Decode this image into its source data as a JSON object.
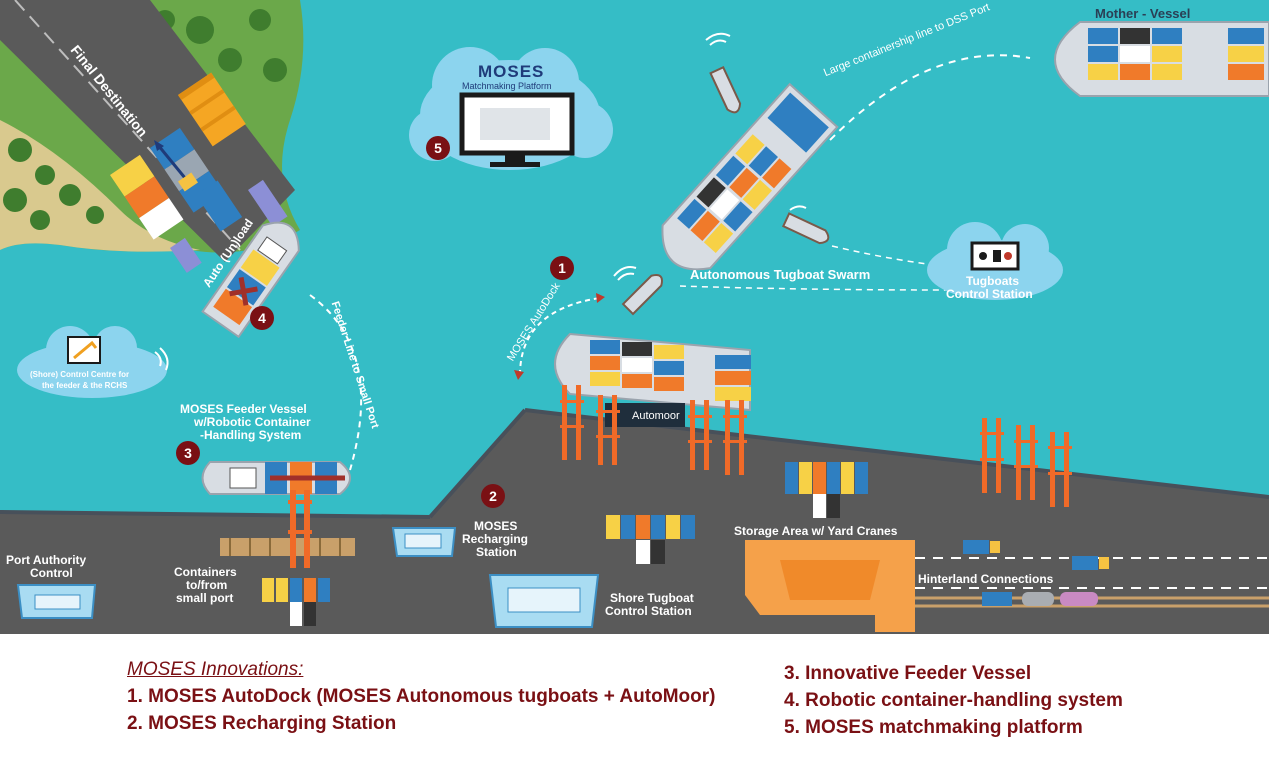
{
  "colors": {
    "sea": "#35bdc6",
    "land": "#5a5a5a",
    "accent_red": "#7a1014",
    "crane": "#f06a28",
    "cloud": "#8cd4ee"
  },
  "labels": {
    "final_destination": "Final Destination",
    "auto_unload": "Auto (Un)load",
    "feeder_line": "Feeder Line to Small Port",
    "moses_logo": "MOSES",
    "matchmaking_platform": "Matchmaking Platform",
    "large_containership_line": "Large containership line to DSS Port",
    "mother_vessel": "Mother - Vessel",
    "autonomous_tugboat_swarm": "Autonomous Tugboat Swarm",
    "tugboats_control_station_1": "Tugboats",
    "tugboats_control_station_2": "Control Station",
    "moses_autodock": "MOSES AutoDock",
    "automoor": "Automoor",
    "shore_control_1": "(Shore)  Control  Centre  for",
    "shore_control_2": "the feeder & the RCHS",
    "feeder_vessel_1": "MOSES Feeder Vessel",
    "feeder_vessel_2": "w/Robotic Container",
    "feeder_vessel_3": "-Handling System",
    "port_authority_1": "Port Authority",
    "port_authority_2": "Control",
    "containers_1": "Containers",
    "containers_2": "to/from",
    "containers_3": "small port",
    "recharging_1": "MOSES",
    "recharging_2": "Recharging",
    "recharging_3": "Station",
    "shore_tugboat_1": "Shore Tugboat",
    "shore_tugboat_2": "Control Station",
    "storage_area": "Storage Area  w/ Yard Cranes",
    "hinterland": "Hinterland Connections",
    "badge_1": "1",
    "badge_2": "2",
    "badge_3": "3",
    "badge_4": "4",
    "badge_5": "5"
  },
  "legend": {
    "heading": "MOSES Innovations:",
    "items_left": [
      "1.  MOSES AutoDock (MOSES Autonomous tugboats + AutoMoor)",
      "2.  MOSES Recharging Station"
    ],
    "items_right": [
      "3. Innovative Feeder Vessel",
      "4. Robotic container-handling system",
      "5. MOSES matchmaking platform"
    ]
  }
}
